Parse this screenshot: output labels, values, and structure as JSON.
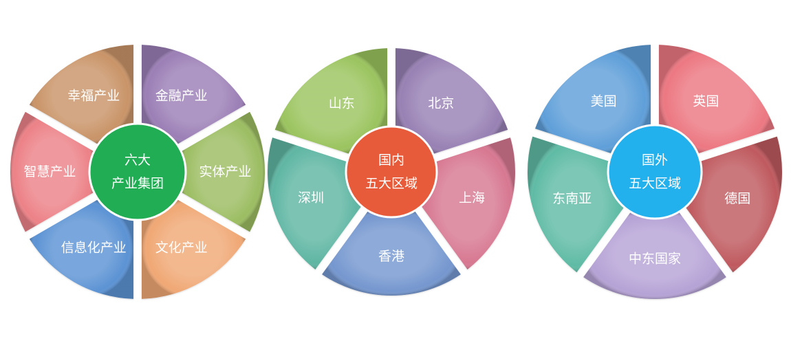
{
  "wheels": [
    {
      "center_lines": [
        "六大",
        "产业集团"
      ],
      "center_color": "#21ad54",
      "segments": [
        {
          "label": "金融产业",
          "color": "#9b7fb6"
        },
        {
          "label": "实体产业",
          "color": "#9cbd62"
        },
        {
          "label": "文化产业",
          "color": "#f0a874"
        },
        {
          "label": "信息化产业",
          "color": "#5b93d4"
        },
        {
          "label": "智慧产业",
          "color": "#ec8288"
        },
        {
          "label": "幸福产业",
          "color": "#c99468"
        }
      ]
    },
    {
      "center_lines": [
        "国内",
        "五大区域"
      ],
      "center_color": "#e85b3a",
      "segments": [
        {
          "label": "北京",
          "color": "#9881b4"
        },
        {
          "label": "上海",
          "color": "#d77891"
        },
        {
          "label": "香港",
          "color": "#7597cf"
        },
        {
          "label": "深圳",
          "color": "#5fb6a3"
        },
        {
          "label": "山东",
          "color": "#9bc45f"
        }
      ]
    },
    {
      "center_lines": [
        "国外",
        "五大区域"
      ],
      "center_color": "#23b1ee",
      "segments": [
        {
          "label": "英国",
          "color": "#ec7882"
        },
        {
          "label": "德国",
          "color": "#bf5a5e"
        },
        {
          "label": "中东国家",
          "color": "#b6a3d6"
        },
        {
          "label": "东南亚",
          "color": "#5fbba5"
        },
        {
          "label": "美国",
          "color": "#5f9fd9"
        }
      ]
    }
  ]
}
